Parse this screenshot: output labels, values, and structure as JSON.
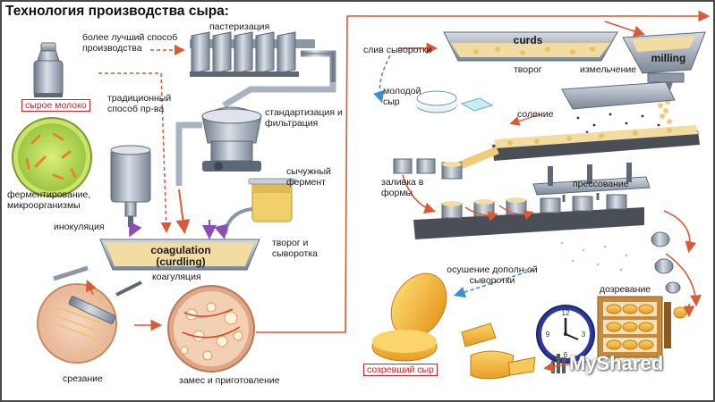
{
  "title": "Технология производства сыра:",
  "labels": {
    "better_method": "более лучший способ производства",
    "pasteurization": "пастеризация",
    "raw_milk": "сырое молоко",
    "traditional": "традиционный способ пр-ва",
    "standardization": "стандартизация и фильтрация",
    "rennet": "сычужный фермент",
    "fermentation": "ферментирование, микроорганизмы",
    "inoculation": "инокуляция",
    "coagulation_en_1": "coagulation",
    "coagulation_en_2": "(curdling)",
    "coagulation_ru": "коагуляция",
    "curd_whey": "творог и сыворотка",
    "cutting": "срезание",
    "kneading": "замес и приготовление",
    "whey_drain": "слив сыворотки",
    "curds_en": "curds",
    "curds_ru": "творог",
    "milling_en": "milling",
    "milling_ru": "измельчение",
    "young_cheese": "молодой сыр",
    "salting": "соление",
    "molding": "заливка в формы",
    "pressing": "прессование",
    "drying": "осушение дополн-ой сыворотки",
    "ripening": "дозревание",
    "ripe_cheese": "созревший сыр",
    "watermark": "MyShared"
  },
  "colors": {
    "metal": "#9aa6b4",
    "metal_dark": "#5d6875",
    "curd": "#f3dca2",
    "cheese": "#f4b43a",
    "arrow": "#d85a36",
    "arrow_blue": "#3b8fd1",
    "box_red": "#c0262b"
  }
}
